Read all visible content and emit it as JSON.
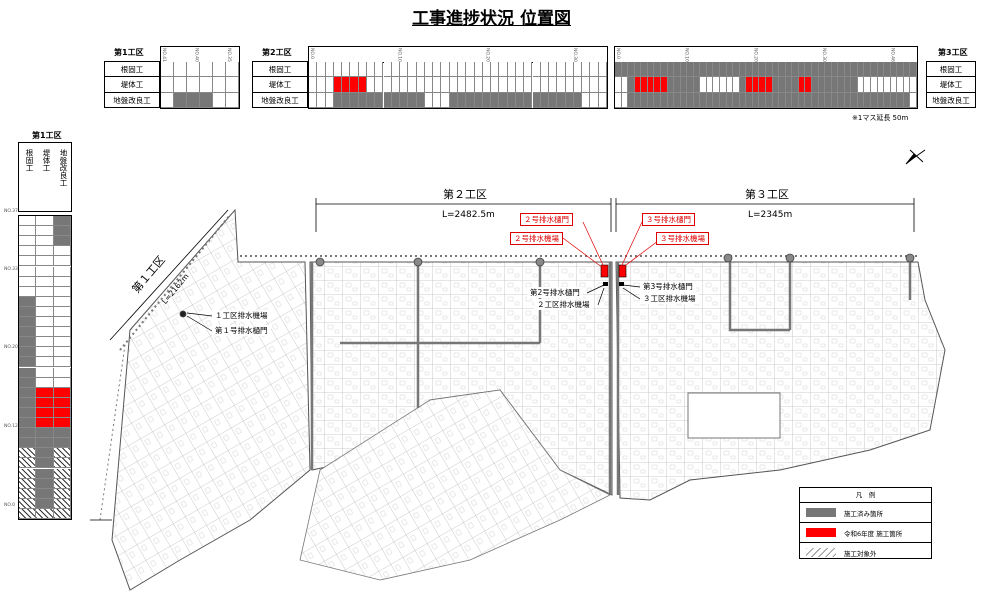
{
  "title": "工事進捗状況 位置図",
  "colors": {
    "completed": "#777777",
    "current": "#ff0000",
    "excluded": "hatch",
    "grid": "#888888"
  },
  "work_rows": [
    "根固工",
    "堤体工",
    "地盤改良工"
  ],
  "grids": {
    "g1": {
      "label": "第1工区",
      "ticks": [
        "NO.41",
        "NO.40",
        "NO.35"
      ],
      "status": [
        [
          0,
          0,
          0,
          0,
          0,
          0
        ],
        [
          0,
          0,
          0,
          0,
          0,
          0
        ],
        [
          0,
          1,
          1,
          1,
          0,
          0
        ]
      ]
    },
    "g2": {
      "label": "第2工区",
      "ticks": [
        "NO.0",
        "NO.10",
        "NO.20",
        "NO.30"
      ],
      "status": [
        [
          0,
          0,
          0,
          0,
          0,
          0,
          0,
          0,
          0,
          0,
          0,
          0,
          0,
          0,
          0,
          0,
          0,
          0,
          0,
          0,
          0,
          0,
          0,
          0,
          0,
          0,
          0,
          0,
          0,
          0,
          0,
          0,
          0,
          0,
          0,
          0
        ],
        [
          0,
          0,
          0,
          2,
          2,
          2,
          2,
          0,
          0,
          0,
          0,
          0,
          0,
          0,
          0,
          0,
          0,
          0,
          0,
          0,
          0,
          0,
          0,
          0,
          0,
          0,
          0,
          0,
          0,
          0,
          0,
          0,
          0,
          0,
          0,
          0
        ],
        [
          0,
          0,
          0,
          1,
          1,
          1,
          1,
          1,
          1,
          1,
          1,
          1,
          1,
          1,
          0,
          0,
          0,
          1,
          1,
          1,
          1,
          1,
          1,
          1,
          1,
          1,
          1,
          1,
          1,
          1,
          1,
          1,
          1,
          0,
          0,
          0
        ]
      ]
    },
    "g3": {
      "label": "第3工区",
      "ticks": [
        "NO.0",
        "NO.10",
        "NO.20",
        "NO.30",
        "NO.46"
      ],
      "status": [
        [
          1,
          1,
          1,
          1,
          1,
          1,
          1,
          1,
          1,
          1,
          1,
          1,
          1,
          1,
          1,
          1,
          1,
          1,
          1,
          1,
          1,
          1,
          1,
          1,
          1,
          1,
          1,
          1,
          1,
          1,
          1,
          1,
          1,
          1,
          1,
          1,
          1,
          1,
          1,
          1,
          1,
          1,
          1,
          1,
          1,
          1
        ],
        [
          0,
          0,
          1,
          2,
          2,
          2,
          2,
          2,
          1,
          1,
          1,
          1,
          1,
          0,
          0,
          0,
          0,
          0,
          0,
          1,
          2,
          2,
          2,
          2,
          1,
          1,
          1,
          1,
          2,
          2,
          1,
          1,
          1,
          1,
          1,
          1,
          1,
          0,
          0,
          0,
          0,
          0,
          0,
          0,
          0,
          0
        ],
        [
          0,
          0,
          1,
          1,
          1,
          1,
          1,
          1,
          1,
          1,
          1,
          1,
          1,
          1,
          1,
          1,
          1,
          1,
          1,
          1,
          1,
          1,
          1,
          1,
          1,
          1,
          1,
          1,
          1,
          1,
          1,
          1,
          1,
          1,
          1,
          1,
          1,
          1,
          1,
          1,
          1,
          1,
          1,
          1,
          1,
          0
        ]
      ]
    }
  },
  "grid_note": "※1マス延長 50m",
  "side": {
    "label": "第1工区",
    "cols": [
      "根固工",
      "堤体工",
      "地盤改良工"
    ],
    "ticks": [
      "NO.37",
      "NO.33",
      "NO.20",
      "NO.12",
      "NO.0"
    ],
    "status": [
      [
        0,
        0,
        1
      ],
      [
        0,
        0,
        1
      ],
      [
        0,
        0,
        1
      ],
      [
        0,
        0,
        0
      ],
      [
        0,
        0,
        0
      ],
      [
        0,
        0,
        0
      ],
      [
        0,
        0,
        0
      ],
      [
        0,
        0,
        0
      ],
      [
        1,
        0,
        0
      ],
      [
        1,
        0,
        0
      ],
      [
        1,
        0,
        0
      ],
      [
        1,
        0,
        0
      ],
      [
        1,
        0,
        0
      ],
      [
        1,
        0,
        0
      ],
      [
        1,
        0,
        0
      ],
      [
        1,
        0,
        0
      ],
      [
        1,
        0,
        0
      ],
      [
        1,
        2,
        2
      ],
      [
        1,
        2,
        2
      ],
      [
        1,
        2,
        2
      ],
      [
        1,
        2,
        2
      ],
      [
        1,
        1,
        1
      ],
      [
        1,
        1,
        1
      ],
      [
        3,
        1,
        3
      ],
      [
        3,
        1,
        3
      ],
      [
        3,
        1,
        3
      ],
      [
        3,
        1,
        3
      ],
      [
        3,
        1,
        3
      ],
      [
        3,
        1,
        3
      ],
      [
        3,
        3,
        3
      ]
    ]
  },
  "sections": {
    "s2": {
      "label": "第２工区",
      "length": "L=2482.5m"
    },
    "s3": {
      "label": "第３工区",
      "length": "L=2345m"
    },
    "s1": {
      "label": "第１工区",
      "length": "L=2162m"
    }
  },
  "callouts": {
    "g2_gate": "２号排水樋門",
    "g2_pump": "２号排水機場",
    "g3_gate": "３号排水樋門",
    "g3_pump": "３号排水機場",
    "b_gate2": "第2号排水樋門",
    "b_pump2": "２工区排水機場",
    "b_gate3": "第3号排水樋門",
    "b_pump3": "３工区排水機場",
    "b_pump1": "１工区排水機場",
    "b_gate1": "第１号排水樋門"
  },
  "legend": {
    "title": "凡　例",
    "completed": "施工済み箇所",
    "current": "令和6年度 施工箇所",
    "excluded": "施工対象外"
  }
}
